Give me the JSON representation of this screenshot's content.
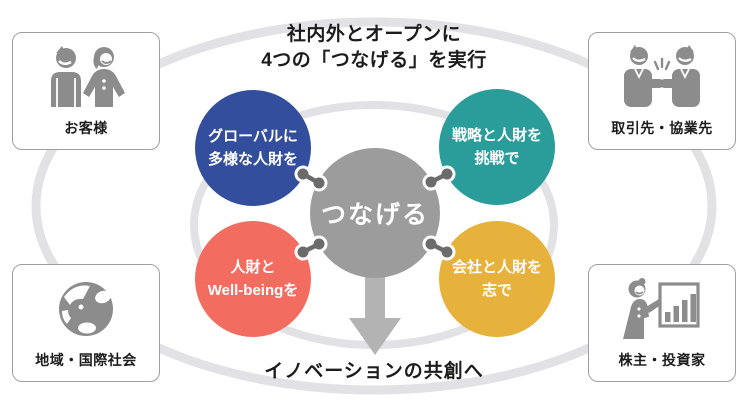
{
  "header": {
    "line1": "社内外とオープンに",
    "line2": "4つの「つなげる」を実行"
  },
  "footer": {
    "label": "イノベーションの共創へ"
  },
  "center": {
    "label": "つなげる",
    "color": "#9c9c9c"
  },
  "bubbles": [
    {
      "id": "global-diverse-talent",
      "line1": "グローバルに",
      "line2": "多様な人財を",
      "color": "#334e9d",
      "position": "top-left"
    },
    {
      "id": "strategy-talent-challenge",
      "line1": "戦略と人財を",
      "line2": "挑戦で",
      "color": "#2a9d9b",
      "position": "top-right"
    },
    {
      "id": "talent-wellbeing",
      "line1": "人財と",
      "line2": "Well-beingを",
      "color": "#f26d5f",
      "position": "bottom-left"
    },
    {
      "id": "company-talent-aspiration",
      "line1": "会社と人財を",
      "line2": "志で",
      "color": "#e6b23c",
      "position": "bottom-right"
    }
  ],
  "stakeholders": [
    {
      "id": "customers",
      "label": "お客様",
      "icon": "two-people-icon",
      "position": "top-left"
    },
    {
      "id": "partners",
      "label": "取引先・協業先",
      "icon": "handshake-icon",
      "position": "top-right"
    },
    {
      "id": "society",
      "label": "地域・国際社会",
      "icon": "globe-icon",
      "position": "bottom-left"
    },
    {
      "id": "investors",
      "label": "株主・投資家",
      "icon": "presenter-chart-icon",
      "position": "bottom-right"
    }
  ],
  "colors": {
    "ring": "#e2e2e5",
    "arrow": "#b3b3b3",
    "icon_gray": "#8c8c8c",
    "connector": "#6b6b6b",
    "text": "#1c1c1c"
  }
}
